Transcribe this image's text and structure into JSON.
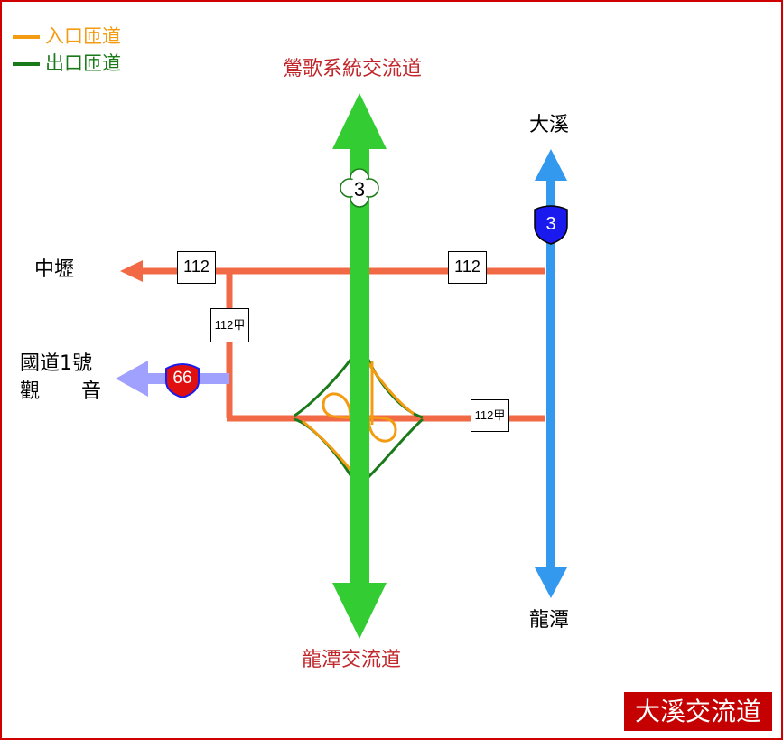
{
  "legend": {
    "entry": {
      "label": "入口匝道",
      "color": "#f39c12"
    },
    "exit": {
      "label": "出口匝道",
      "color": "#1a7a1a"
    }
  },
  "destinations": {
    "north_main": "鶯歌系統交流道",
    "south_main": "龍潭交流道",
    "north_pr3": "大溪",
    "south_pr3": "龍潭",
    "west_112": "中壢",
    "west_66_line1": "國道1號",
    "west_66_line2a": "觀",
    "west_66_line2b": "音"
  },
  "shields": {
    "freeway": "3",
    "provincial": "3",
    "expressway": "66",
    "county_112_left": "112",
    "county_112_right": "112",
    "county_112a_vertical": "112甲",
    "county_112a_right": "112甲"
  },
  "title": "大溪交流道",
  "colors": {
    "freeway": "#33cc33",
    "provincial": "#3399ee",
    "county": "#f26a45",
    "expressway": "#a0a0ff",
    "entry_ramp": "#f39c12",
    "exit_ramp": "#1a7a1a",
    "label_red": "#c0282d",
    "border": "#d00000"
  }
}
